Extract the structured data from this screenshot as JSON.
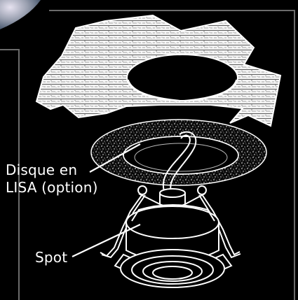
{
  "labels": {
    "disque_line1": "Disque en",
    "disque_line2": "LISA (option)",
    "spot": "Spot"
  },
  "colors": {
    "background": "#000000",
    "line": "#ffffff",
    "frame": "#6b6b6b",
    "corner_gradient": [
      "#d6d2e6",
      "#8a8f9f",
      "#3b4c63"
    ]
  }
}
